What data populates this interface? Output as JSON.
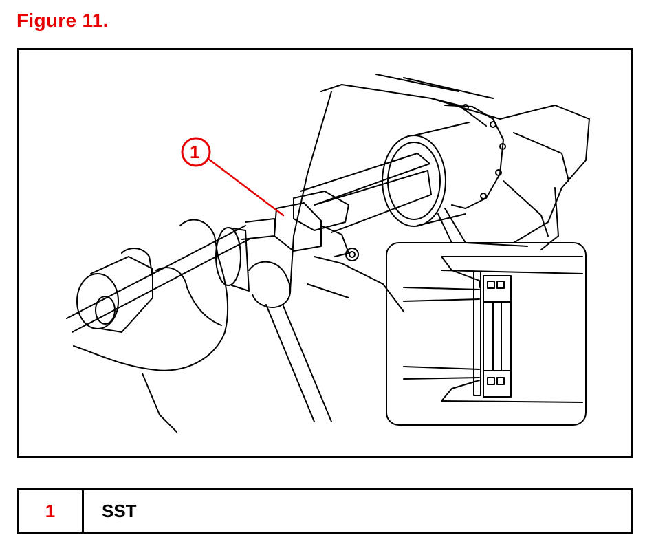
{
  "figure": {
    "title": "Figure 11.",
    "callout_number": "1"
  },
  "legend": {
    "rows": [
      {
        "number": "1",
        "description": "SST"
      }
    ]
  },
  "colors": {
    "accent": "#e60000",
    "border": "#000000",
    "background": "#ffffff"
  }
}
